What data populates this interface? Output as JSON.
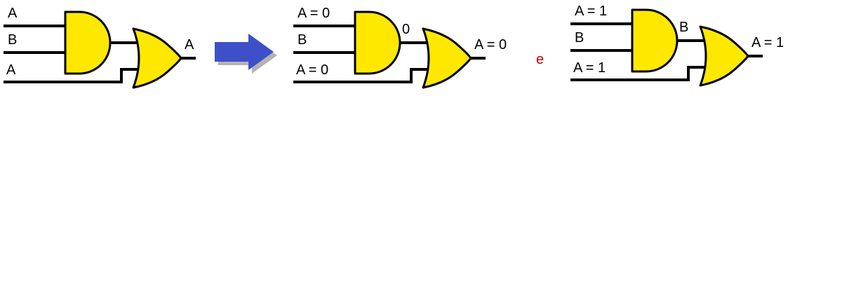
{
  "colors": {
    "gate_fill": "#FFE800",
    "gate_stroke": "#000000",
    "wire": "#000000",
    "arrow_fill": "#3D50C8",
    "arrow_shadow": "#9a9a9a",
    "separator_color": "#c00000"
  },
  "circuits": [
    {
      "name": "original-expression",
      "input_top": "A",
      "input_mid": "B",
      "input_bottom": "A",
      "and_output": "",
      "output": "A"
    },
    {
      "name": "case-a-equals-0",
      "input_top": "A = 0",
      "input_mid": "B",
      "input_bottom": "A = 0",
      "and_output": "0",
      "output": "A = 0"
    },
    {
      "name": "case-a-equals-1",
      "input_top": "A = 1",
      "input_mid": "B",
      "input_bottom": "A = 1",
      "and_output": "B",
      "output": "A = 1"
    }
  ],
  "gates": {
    "first": "AND gate",
    "second": "OR gate"
  },
  "separator": {
    "text": "e"
  },
  "arrow": {
    "icon": "blue-right-arrow"
  }
}
